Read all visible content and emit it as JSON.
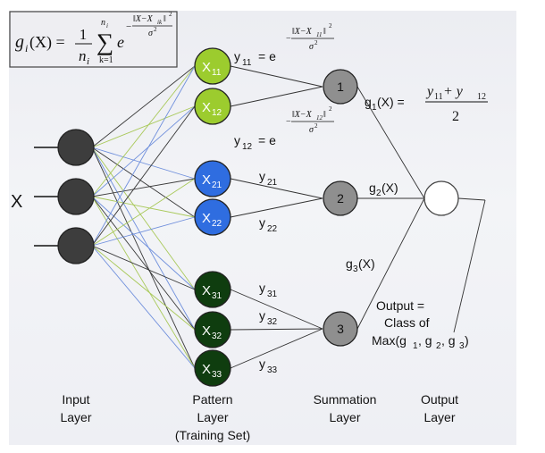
{
  "colors": {
    "input_node": "#3d3d3d",
    "pattern_class1": "#9ccc2e",
    "pattern_class2": "#2f6de0",
    "pattern_class3": "#0f3d0f",
    "summation_node": "#8f8f8f",
    "output_node": "#ffffff",
    "edge_green": "#a9c95a",
    "edge_blue": "#6f8fdc",
    "edge_dark": "#3a3a3a"
  },
  "formula_box": {
    "lhs_g": "g",
    "lhs_i": "i",
    "lhs_X": "(X) =",
    "frac_num": "1",
    "frac_den_n": "n",
    "frac_den_i": "i",
    "sum_top_n": "n",
    "sum_top_i": "i",
    "sum_bottom": "k=1",
    "e": "e",
    "exp_minus": "−",
    "exp_numerator": "‖X−X",
    "exp_numerator_sub": "ik",
    "exp_numerator_close": "‖",
    "exp_numerator_sup": "2",
    "exp_denominator": "σ",
    "exp_denominator_sup": "2"
  },
  "input": {
    "label": "X",
    "layer_label_line1": "Input",
    "layer_label_line2": "Layer"
  },
  "pattern": {
    "nodes": [
      {
        "main": "X",
        "sub": "11"
      },
      {
        "main": "X",
        "sub": "12"
      },
      {
        "main": "X",
        "sub": "21"
      },
      {
        "main": "X",
        "sub": "22"
      },
      {
        "main": "X",
        "sub": "31"
      },
      {
        "main": "X",
        "sub": "32"
      },
      {
        "main": "X",
        "sub": "33"
      }
    ],
    "layer_label_line1": "Pattern",
    "layer_label_line2": "Layer",
    "layer_label_line3": "(Training Set)"
  },
  "y_labels": [
    {
      "main": "y",
      "sub": "11",
      "eq": "= e"
    },
    {
      "main": "y",
      "sub": "12",
      "eq": "= e"
    },
    {
      "main": "y",
      "sub": "21"
    },
    {
      "main": "y",
      "sub": "22"
    },
    {
      "main": "y",
      "sub": "31"
    },
    {
      "main": "y",
      "sub": "32"
    },
    {
      "main": "y",
      "sub": "33"
    }
  ],
  "kernel_exp_11": {
    "minus": "−",
    "numerator": "‖X−X",
    "sub": "11",
    "close": "‖",
    "sup": "2",
    "den": "σ",
    "den_sup": "2"
  },
  "kernel_exp_12": {
    "minus": "−",
    "numerator": "‖X−X",
    "sub": "12",
    "close": "‖",
    "sup": "2",
    "den": "σ",
    "den_sup": "2"
  },
  "summation": {
    "nodes": [
      "1",
      "2",
      "3"
    ],
    "layer_label_line1": "Summation",
    "layer_label_line2": "Layer"
  },
  "g_labels": {
    "g1_main": "g",
    "g1_sub": "1",
    "g1_rest": "(X) =",
    "g1_frac_y1": "y",
    "g1_frac_y1_sub": "11",
    "g1_frac_plus": " + y",
    "g1_frac_y2_sub": "12",
    "g1_frac_den": "2",
    "g2_main": "g",
    "g2_sub": "2",
    "g2_rest": "(X)",
    "g3_main": "g",
    "g3_sub": "3",
    "g3_rest": "(X)"
  },
  "output": {
    "line1": "Output =",
    "line2": "Class of",
    "line3_prefix": "Max(g",
    "line3_s1": "1",
    "line3_mid1": ", g",
    "line3_s2": "2",
    "line3_mid2": ", g",
    "line3_s3": "3",
    "line3_close": ")",
    "layer_label_line1": "Output",
    "layer_label_line2": "Layer"
  }
}
